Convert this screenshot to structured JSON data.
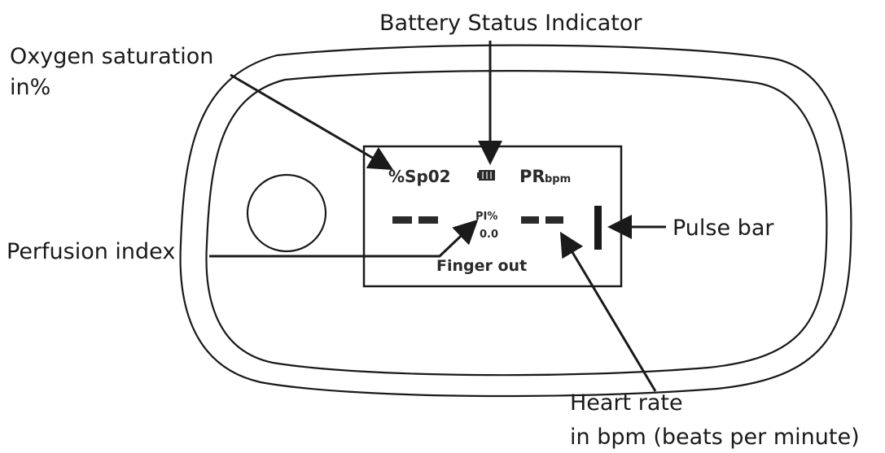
{
  "labels": {
    "battery_status": "Battery Status Indicator",
    "oxygen_saturation_line1": "Oxygen saturation",
    "oxygen_saturation_line2": "in%",
    "perfusion_index": "Perfusion index",
    "pulse_bar": "Pulse bar",
    "heart_rate_line1": "Heart rate",
    "heart_rate_line2": "in bpm (beats per minute)"
  },
  "display": {
    "spo2_label": "%Sp02",
    "pr_label": "PR",
    "pr_unit": "bpm",
    "spo2_value": "--",
    "pr_value": "--",
    "pi_label": "PI%",
    "pi_value": "0.0",
    "status": "Finger out"
  },
  "colors": {
    "line": "#1a1a1a",
    "background": "#ffffff"
  }
}
